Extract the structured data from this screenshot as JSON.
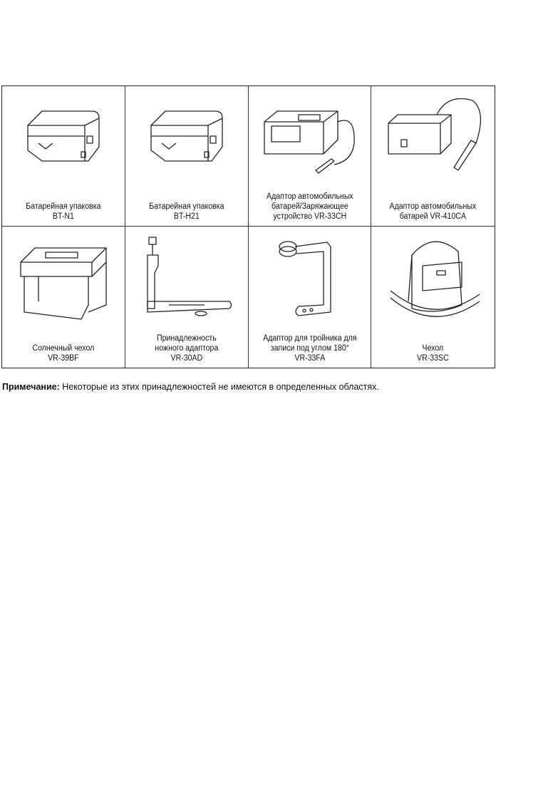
{
  "accessories": [
    {
      "lines": [
        "Батарейная упаковка",
        "BT-N1"
      ],
      "icon": "battery-pack"
    },
    {
      "lines": [
        "Батарейная упаковка",
        "BT-H21"
      ],
      "icon": "battery-pack"
    },
    {
      "lines": [
        "Адаптор автомобильных",
        "батарей/Заряжающее",
        "устройство VR-33CH"
      ],
      "icon": "car-charger"
    },
    {
      "lines": [
        "Адаптор автомобильных",
        "батарей VR-410CA"
      ],
      "icon": "car-adapter"
    },
    {
      "lines": [
        "Солнечный чехол",
        "VR-39BF"
      ],
      "icon": "sun-hood"
    },
    {
      "lines": [
        "Принадлежность",
        "ножного адаптора",
        "VR-30AD"
      ],
      "icon": "grip-bracket"
    },
    {
      "lines": [
        "Адаптор для тройника для",
        "записи под углом 180°",
        "VR-33FA"
      ],
      "icon": "tripod-bracket"
    },
    {
      "lines": [
        "Чехол",
        "VR-33SC"
      ],
      "icon": "carry-case"
    }
  ],
  "note": {
    "label": "Примечание:",
    "text": " Некоторые из этих принадлежностей не имеются в определенных областях."
  }
}
